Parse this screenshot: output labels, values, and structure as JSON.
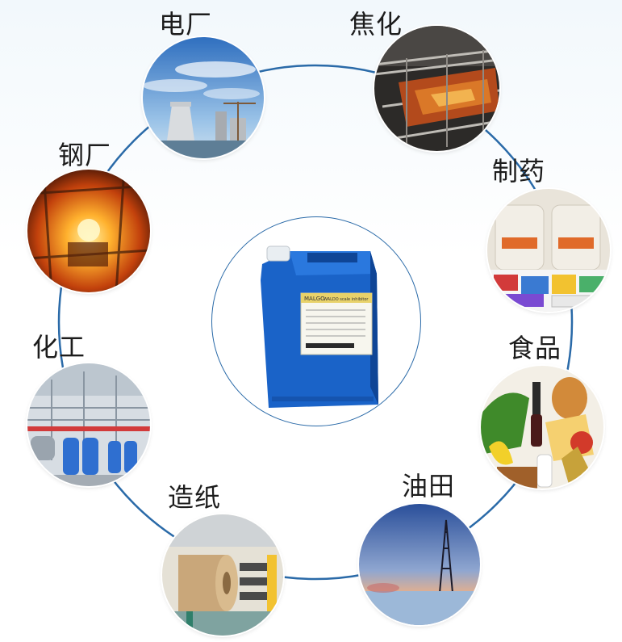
{
  "industries": [
    {
      "id": "power-plant",
      "label": "电厂"
    },
    {
      "id": "coking",
      "label": "焦化"
    },
    {
      "id": "steel-mill",
      "label": "钢厂"
    },
    {
      "id": "pharma",
      "label": "制药"
    },
    {
      "id": "chemical",
      "label": "化工"
    },
    {
      "id": "food",
      "label": "食品"
    },
    {
      "id": "paper",
      "label": "造纸"
    },
    {
      "id": "oilfield",
      "label": "油田"
    }
  ],
  "product": {
    "label_tag": "MALGO",
    "label_title": "WALDO scale inhibitor",
    "colors": {
      "drum": "#1a63c8",
      "drum_dark": "#0f4596",
      "cap": "#e9eef2"
    }
  },
  "colors": {
    "ring": "#2a6aa8"
  }
}
